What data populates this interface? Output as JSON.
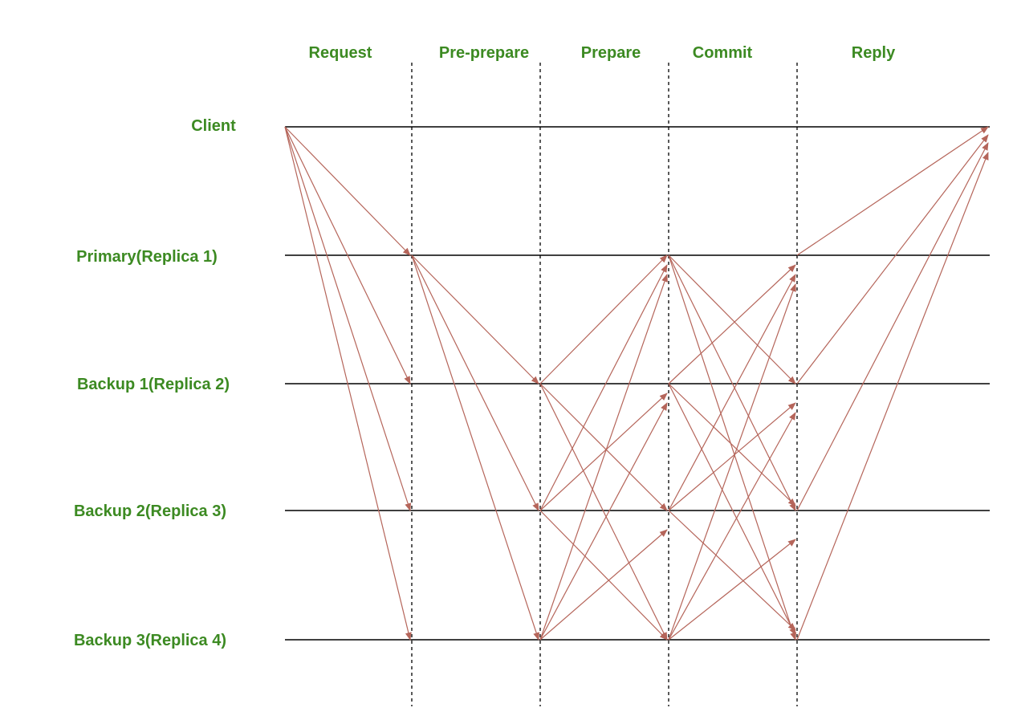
{
  "colors": {
    "label": "#3c8a22",
    "timeline": "#000000",
    "divider": "#000000",
    "message": "#b5655a"
  },
  "phases": [
    {
      "id": "request",
      "label": "Request"
    },
    {
      "id": "pre-prepare",
      "label": "Pre-prepare"
    },
    {
      "id": "prepare",
      "label": "Prepare"
    },
    {
      "id": "commit",
      "label": "Commit"
    },
    {
      "id": "reply",
      "label": "Reply"
    }
  ],
  "nodes": [
    {
      "id": "client",
      "label": "Client"
    },
    {
      "id": "primary",
      "label": "Primary(Replica 1)"
    },
    {
      "id": "backup1",
      "label": "Backup 1(Replica 2)"
    },
    {
      "id": "backup2",
      "label": "Backup 2(Replica 3)"
    },
    {
      "id": "backup3",
      "label": "Backup 3(Replica 4)"
    }
  ],
  "messages": [
    {
      "phase": "request",
      "from": "client",
      "to": "primary"
    },
    {
      "phase": "request",
      "from": "client",
      "to": "backup1"
    },
    {
      "phase": "request",
      "from": "client",
      "to": "backup2"
    },
    {
      "phase": "request",
      "from": "client",
      "to": "backup3"
    },
    {
      "phase": "pre-prepare",
      "from": "primary",
      "to": "backup1"
    },
    {
      "phase": "pre-prepare",
      "from": "primary",
      "to": "backup2"
    },
    {
      "phase": "pre-prepare",
      "from": "primary",
      "to": "backup3"
    },
    {
      "phase": "prepare",
      "from": "backup1",
      "to": "primary"
    },
    {
      "phase": "prepare",
      "from": "backup1",
      "to": "backup2"
    },
    {
      "phase": "prepare",
      "from": "backup1",
      "to": "backup3"
    },
    {
      "phase": "prepare",
      "from": "backup2",
      "to": "primary"
    },
    {
      "phase": "prepare",
      "from": "backup2",
      "to": "backup1"
    },
    {
      "phase": "prepare",
      "from": "backup2",
      "to": "backup3"
    },
    {
      "phase": "prepare",
      "from": "backup3",
      "to": "primary"
    },
    {
      "phase": "prepare",
      "from": "backup3",
      "to": "backup1"
    },
    {
      "phase": "prepare",
      "from": "backup3",
      "to": "backup2"
    },
    {
      "phase": "commit",
      "from": "primary",
      "to": "backup1"
    },
    {
      "phase": "commit",
      "from": "primary",
      "to": "backup2"
    },
    {
      "phase": "commit",
      "from": "primary",
      "to": "backup3"
    },
    {
      "phase": "commit",
      "from": "backup1",
      "to": "primary"
    },
    {
      "phase": "commit",
      "from": "backup1",
      "to": "backup2"
    },
    {
      "phase": "commit",
      "from": "backup1",
      "to": "backup3"
    },
    {
      "phase": "commit",
      "from": "backup2",
      "to": "primary"
    },
    {
      "phase": "commit",
      "from": "backup2",
      "to": "backup1"
    },
    {
      "phase": "commit",
      "from": "backup2",
      "to": "backup3"
    },
    {
      "phase": "commit",
      "from": "backup3",
      "to": "primary"
    },
    {
      "phase": "commit",
      "from": "backup3",
      "to": "backup1"
    },
    {
      "phase": "commit",
      "from": "backup3",
      "to": "backup2"
    },
    {
      "phase": "reply",
      "from": "primary",
      "to": "client"
    },
    {
      "phase": "reply",
      "from": "backup1",
      "to": "client"
    },
    {
      "phase": "reply",
      "from": "backup2",
      "to": "client"
    },
    {
      "phase": "reply",
      "from": "backup3",
      "to": "client"
    }
  ]
}
